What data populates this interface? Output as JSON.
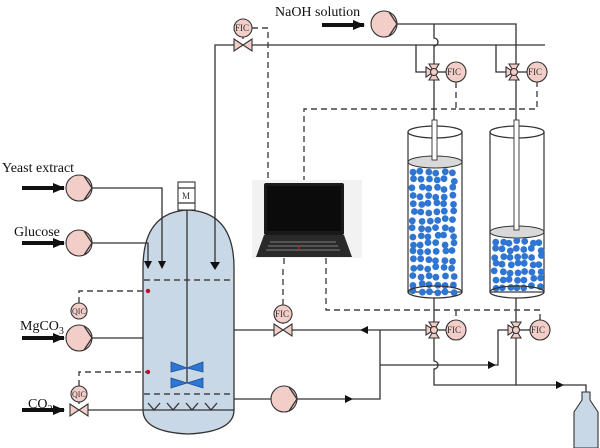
{
  "diagram": {
    "title": "Fermentation process with continuous product extraction",
    "inputs": {
      "yeast": "Yeast extract",
      "glucose": "Glucose",
      "mgco3_main": "MgCO",
      "mgco3_sub": "3",
      "co2_main": "CO",
      "co2_sub": "2",
      "naoh": "NaOH solution"
    },
    "controllers": {
      "fic": "FIC",
      "qic": "QIC"
    },
    "motor": "M",
    "colors": {
      "vessel_fill": "#c9d8e6",
      "pump_fill": "#f3cdc8",
      "bead_blue": "#2f76d2",
      "impeller_blue": "#2f76d2",
      "sensor_red": "#c01020"
    },
    "components": [
      {
        "name": "fermenter"
      },
      {
        "name": "laptop-controller"
      },
      {
        "name": "adsorption-column-1"
      },
      {
        "name": "adsorption-column-2"
      },
      {
        "name": "product-bottle"
      }
    ]
  }
}
